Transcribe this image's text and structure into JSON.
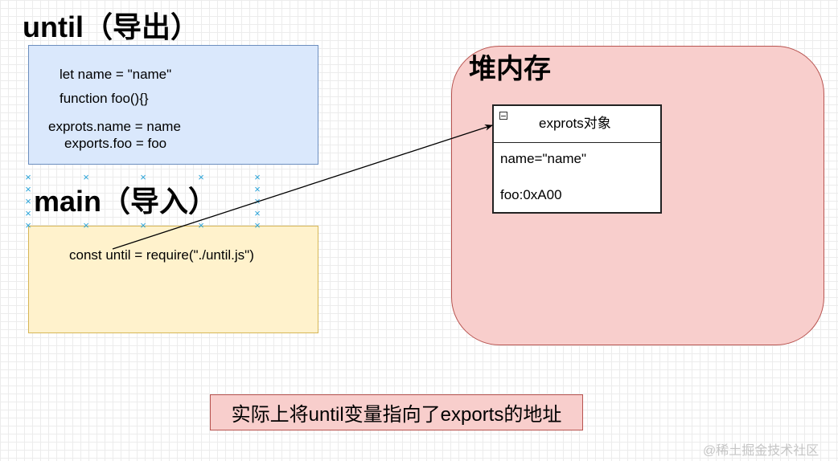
{
  "until": {
    "title": "until（导出）",
    "code": [
      "let name = \"name\"",
      "function foo(){}",
      "exprots.name = name",
      "exports.foo = foo"
    ]
  },
  "main": {
    "title": "main（导入）",
    "code": "const until = require(\"./until.js\")"
  },
  "heap": {
    "title": "堆内存",
    "object": {
      "title": "exprots对象",
      "fields": [
        "name=\"name\"",
        "foo:0xA00"
      ]
    }
  },
  "note": "实际上将until变量指向了exports的地址",
  "watermark": "@稀土掘金技术社区",
  "colors": {
    "blue_fill": "#dae8fc",
    "blue_stroke": "#6c8ebf",
    "yellow_fill": "#fff2cc",
    "yellow_stroke": "#d6b656",
    "red_fill": "#f8cecc",
    "red_stroke": "#b85450",
    "selection_marker": "#29a3d8"
  }
}
